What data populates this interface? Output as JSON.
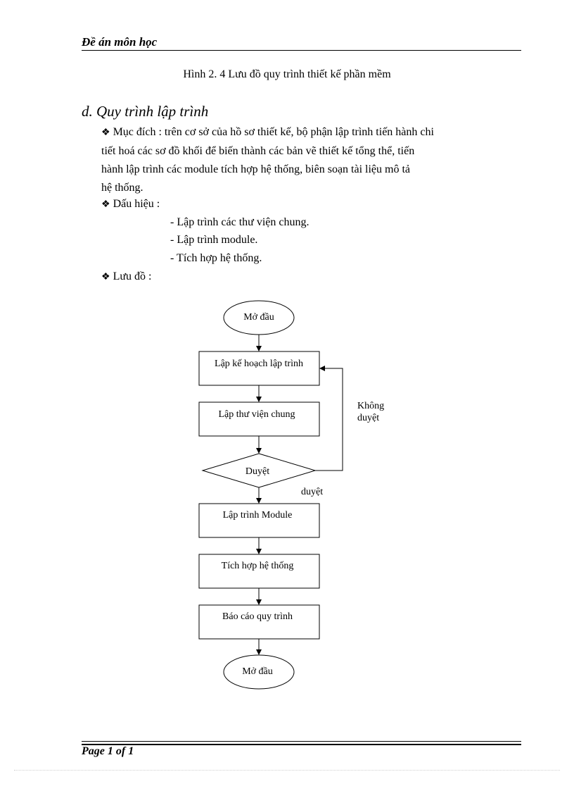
{
  "header": {
    "title": "Đề án môn học"
  },
  "caption": "Hình 2. 4 Lưu đồ quy trình thiết kế phần mềm",
  "section": {
    "heading": "d. Quy trình lập trình",
    "purpose_lines": [
      "Mục đích : trên cơ sở của hồ sơ thiết kế, bộ phận lập trình tiến hành chi",
      "tiết hoá các sơ đồ khối để biến thành các bản vẽ thiết kế tổng thể, tiến",
      "hành lập trình các module tích hợp hệ thống, biên soạn tài liệu mô tả",
      "hệ thống."
    ],
    "signs_label": "Dấu hiệu :",
    "signs": [
      "- Lập trình các thư viện chung.",
      "- Lập trình module.",
      "- Tích hợp hệ thống."
    ],
    "flow_label": "Lưu đồ :",
    "bullet_icon": "four-diamond-bullet-icon"
  },
  "flowchart": {
    "start": "Mở đầu",
    "plan": "Lập kế hoạch lập trình",
    "library": "Lập thư viện chung",
    "decision": "Duyệt",
    "rejected_line1": "Không",
    "rejected_line2": "duyệt",
    "approved": "duyệt",
    "module": "Lập trình Module",
    "integrate": "Tích hợp hệ thống",
    "report": "Báo cáo quy trình",
    "end": "Mở đầu"
  },
  "footer": {
    "page": "Page 1 of 1"
  }
}
